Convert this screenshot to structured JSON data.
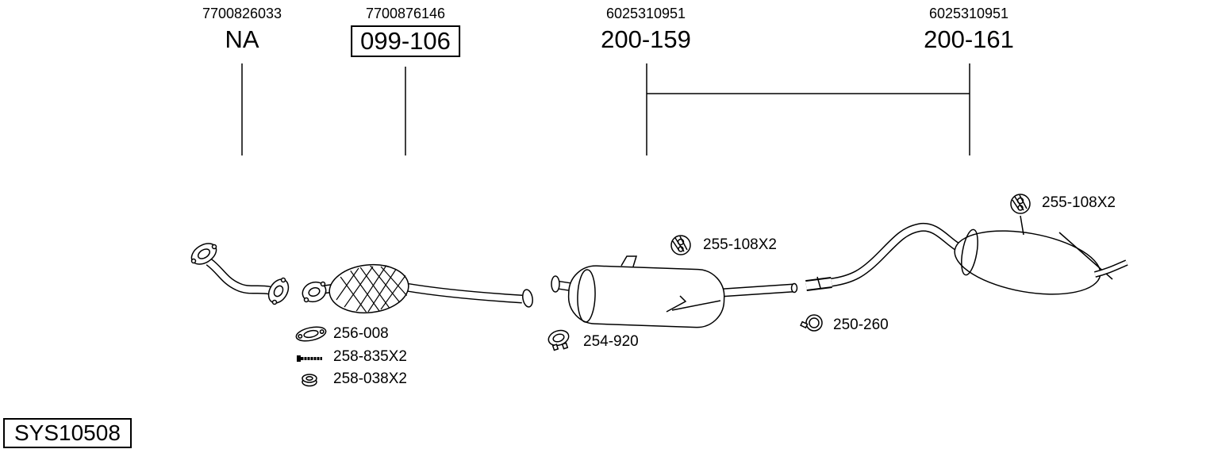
{
  "diagram": {
    "top_labels": [
      {
        "ref": "7700826033",
        "code": "NA"
      },
      {
        "ref": "7700876146",
        "code": "099-106"
      },
      {
        "ref": "6025310951",
        "code": "200-159"
      },
      {
        "ref": "6025310951",
        "code": "200-161"
      }
    ],
    "callouts": [
      {
        "label": "255-108X2",
        "icon": "rubber-hanger-icon"
      },
      {
        "label": "255-108X2",
        "icon": "rubber-hanger-icon"
      },
      {
        "label": "256-008",
        "icon": "gasket-icon"
      },
      {
        "label": "258-835X2",
        "icon": "bolt-icon"
      },
      {
        "label": "258-038X2",
        "icon": "nut-icon"
      },
      {
        "label": "254-920",
        "icon": "clamp-icon"
      },
      {
        "label": "250-260",
        "icon": "clamp-icon"
      }
    ],
    "system_id": "SYS10508",
    "colors": {
      "line": "#000000",
      "background": "#ffffff"
    }
  }
}
